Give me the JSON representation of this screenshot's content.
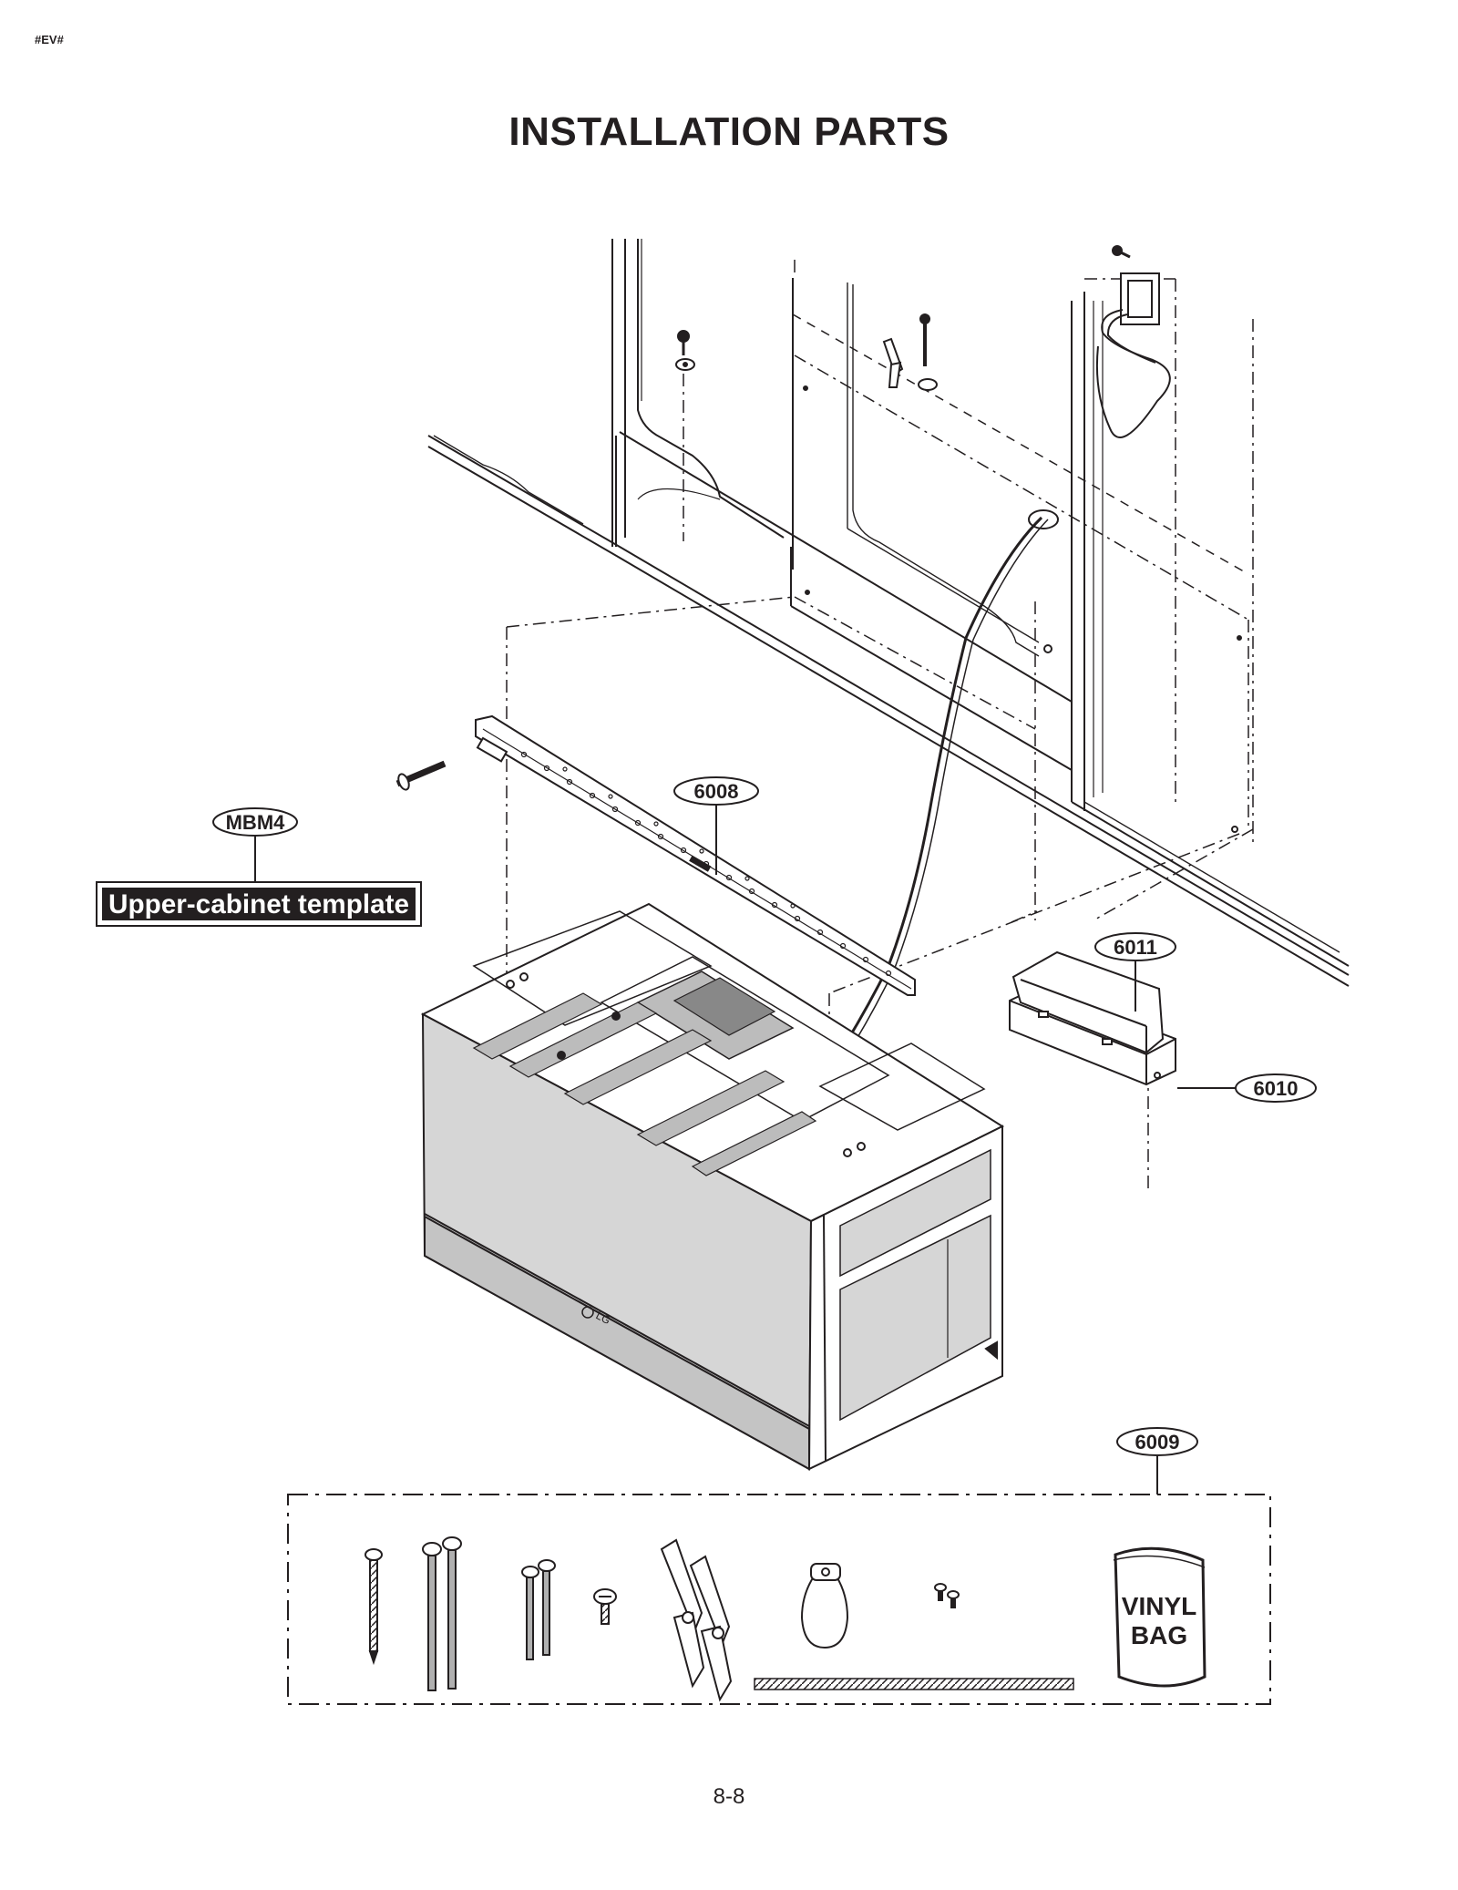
{
  "header": {
    "code": "#EV#",
    "title": "INSTALLATION PARTS"
  },
  "callouts": {
    "part_6008": "6008",
    "part_mbm4": "MBM4",
    "part_6011": "6011",
    "part_6010": "6010",
    "part_6009": "6009"
  },
  "template_label": "Upper-cabinet template",
  "bag_label": {
    "line1": "VINYL",
    "line2": "BAG"
  },
  "footer": {
    "page_number": "8-8"
  }
}
